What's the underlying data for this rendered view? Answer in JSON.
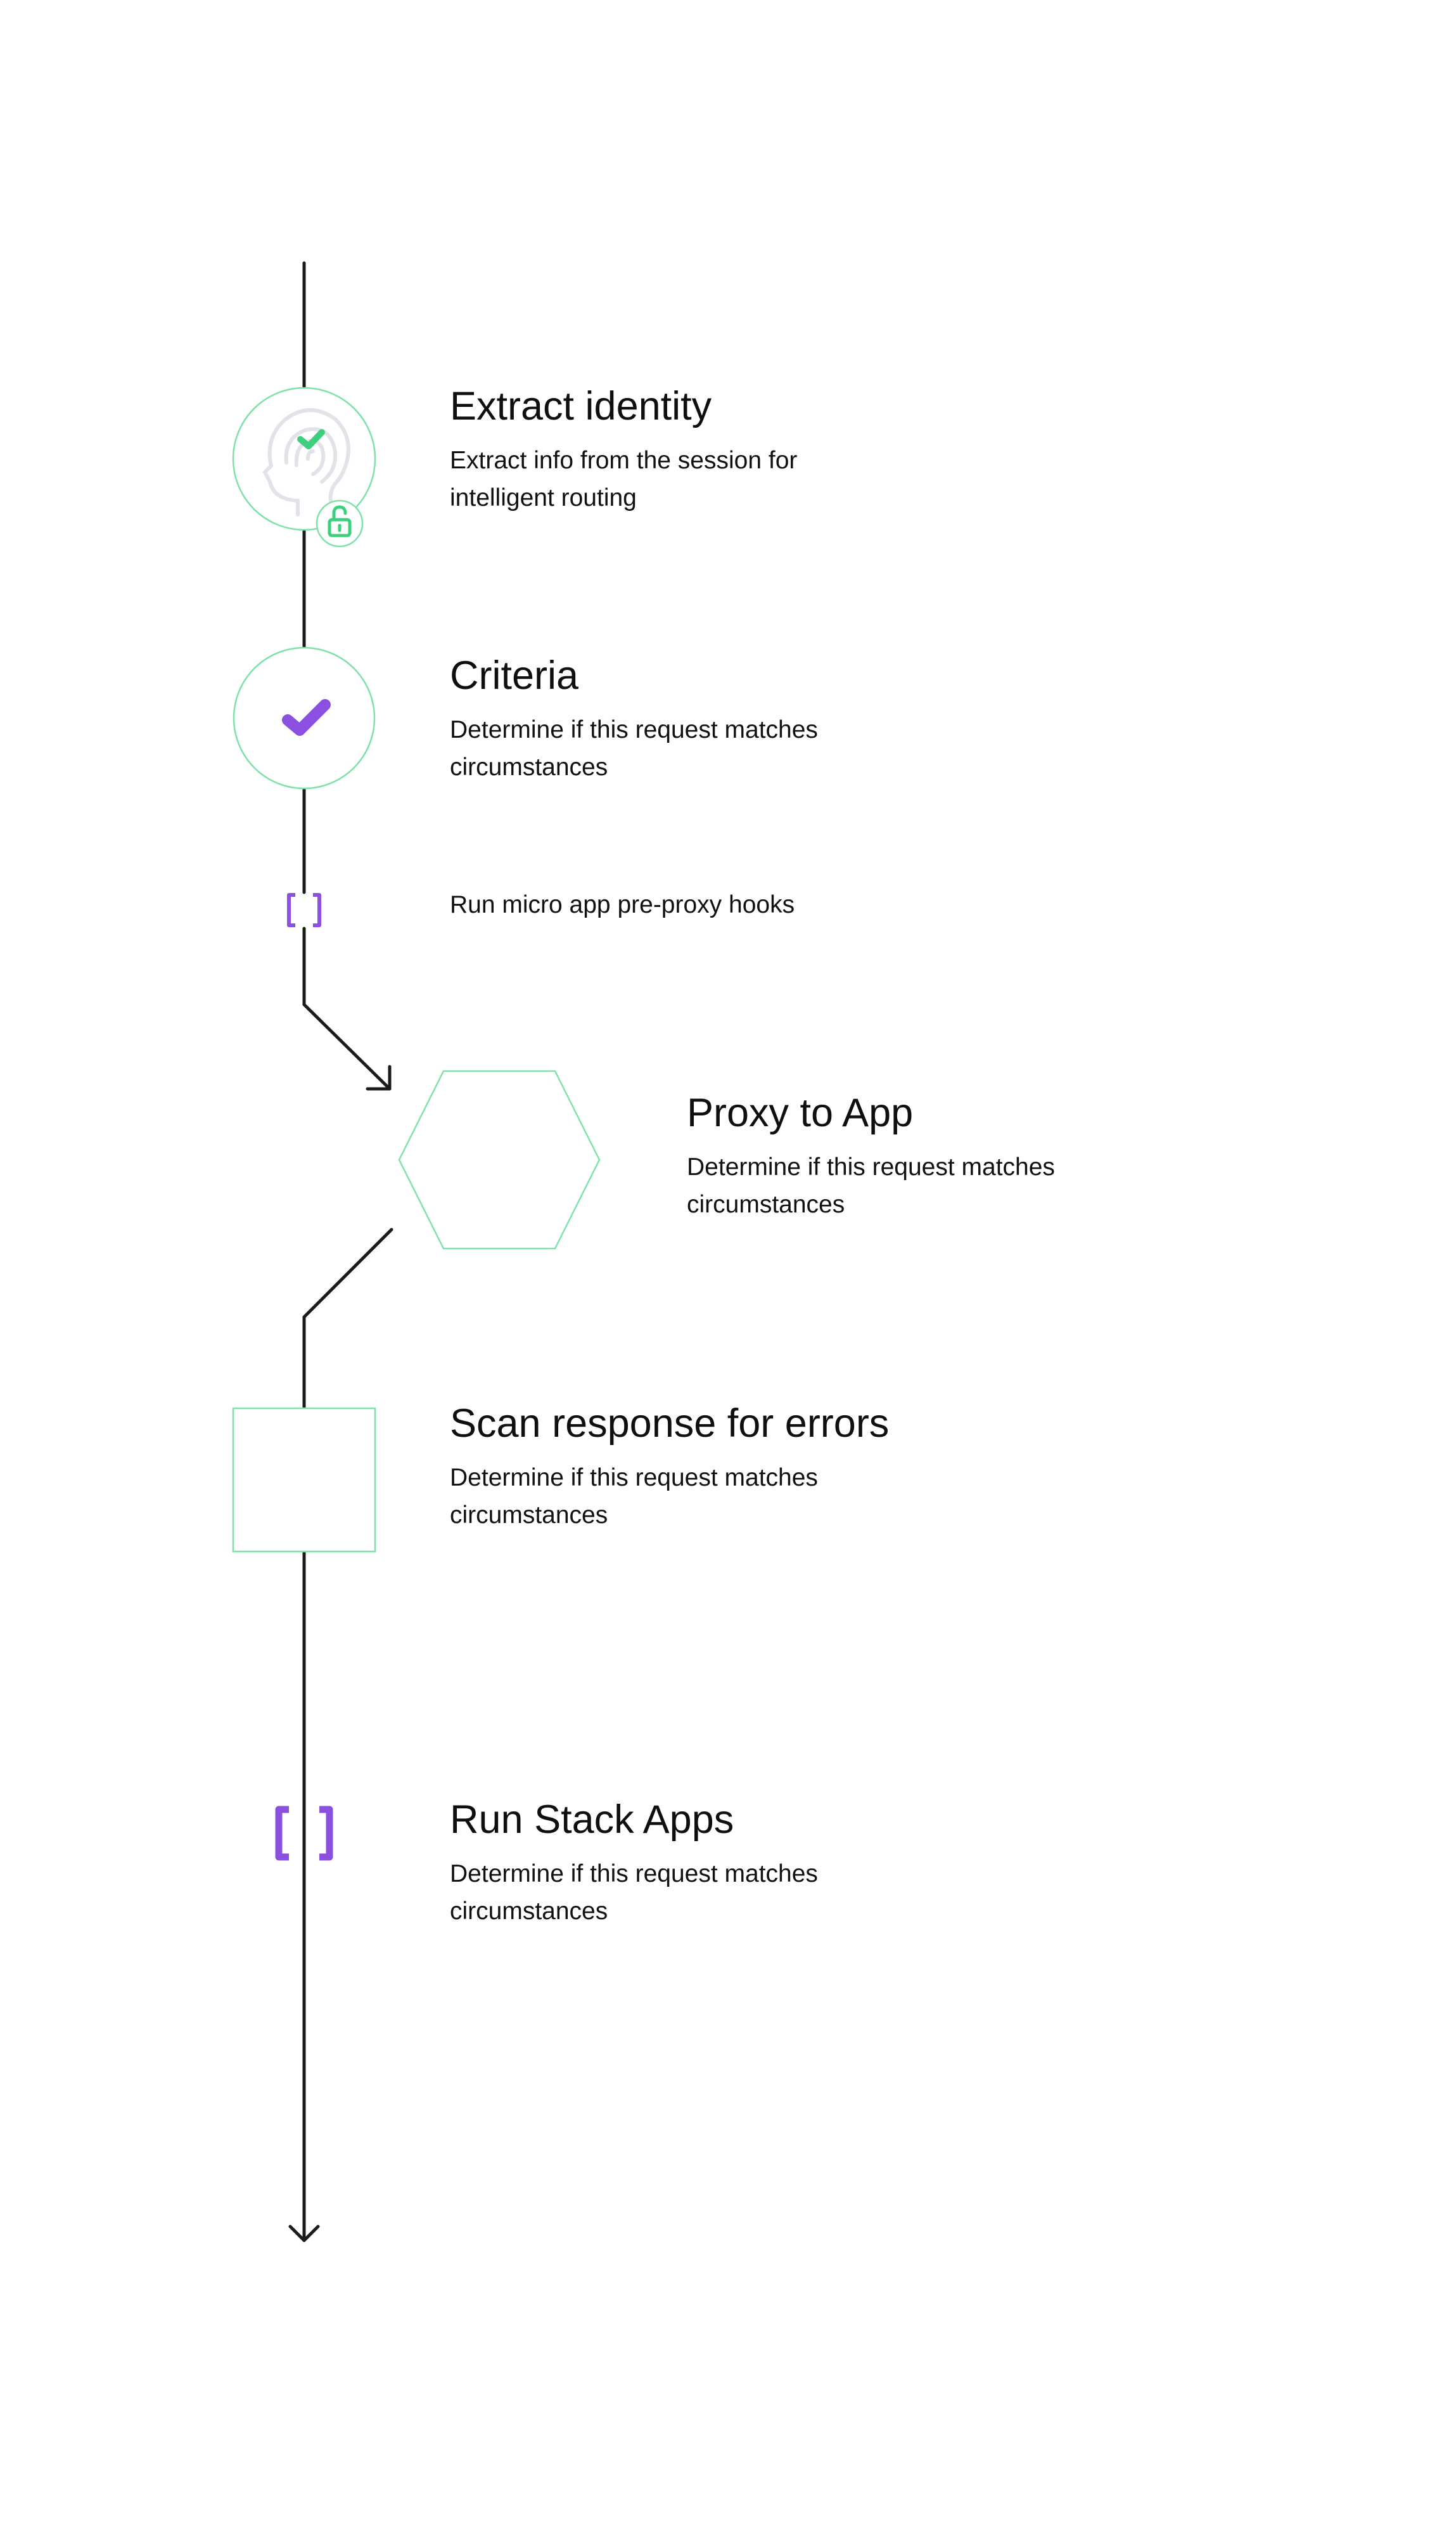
{
  "colors": {
    "line": "#1a1a1a",
    "node_outline": "#7ee2a8",
    "icon_accent_purple": "#8b50e0",
    "icon_accent_green": "#3ecf7c",
    "face_gray": "#e2e2e8"
  },
  "steps": [
    {
      "id": "extract-identity",
      "icon": "face-id-lock-icon",
      "node_shape": "circle",
      "title": "Extract identity",
      "description": "Extract info from the session for intelligent routing"
    },
    {
      "id": "criteria",
      "icon": "checkmark-icon",
      "node_shape": "circle",
      "title": "Criteria",
      "description": "Determine if this request matches circumstances"
    },
    {
      "id": "pre-proxy-hooks",
      "icon": "brackets-icon",
      "node_shape": "none",
      "title": "",
      "description": "Run micro app pre-proxy hooks"
    },
    {
      "id": "proxy-to-app",
      "icon": "",
      "node_shape": "hexagon",
      "title": "Proxy to App",
      "description": "Determine if this request matches circumstances"
    },
    {
      "id": "scan-response",
      "icon": "",
      "node_shape": "square",
      "title": "Scan response for errors",
      "description": "Determine if this request matches circumstances"
    },
    {
      "id": "run-stack-apps",
      "icon": "brackets-icon",
      "node_shape": "none",
      "title": "Run Stack Apps",
      "description": "Determine if this request matches circumstances"
    }
  ]
}
